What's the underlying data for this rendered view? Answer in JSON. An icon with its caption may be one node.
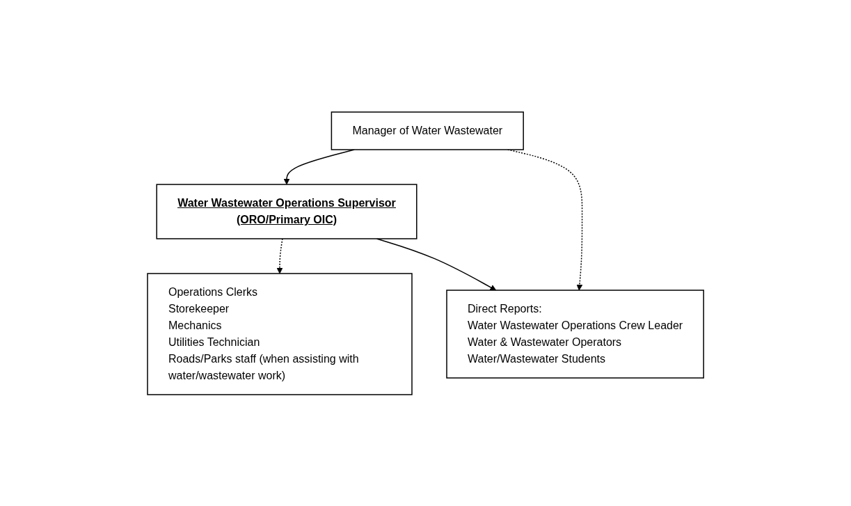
{
  "diagram": {
    "nodes": [
      {
        "text": [
          "Manager of Water Wastewater"
        ]
      },
      {
        "text": [
          "Water Wastewater Operations Supervisor",
          "(ORO/Primary OIC)"
        ]
      },
      {
        "text": [
          "Operations Clerks",
          "Storekeeper",
          "Mechanics",
          "Utilities Technician",
          "Roads/Parks staff (when assisting with water/wastewater work)"
        ]
      },
      {
        "text": [
          "Direct Reports:",
          "Water Wastewater Operations Crew Leader",
          "Water & Wastewater Operators",
          "Water/Wastewater Students"
        ]
      }
    ],
    "edges": [
      {
        "from": 0,
        "to": 1,
        "arrow": "to"
      },
      {
        "from": 1,
        "to": 2,
        "arrow": "to",
        "style": "dashed"
      },
      {
        "from": 1,
        "to": 3,
        "arrow": "to"
      },
      {
        "from": 0,
        "to": 3,
        "arrow": "to",
        "style": "dashed"
      }
    ]
  }
}
